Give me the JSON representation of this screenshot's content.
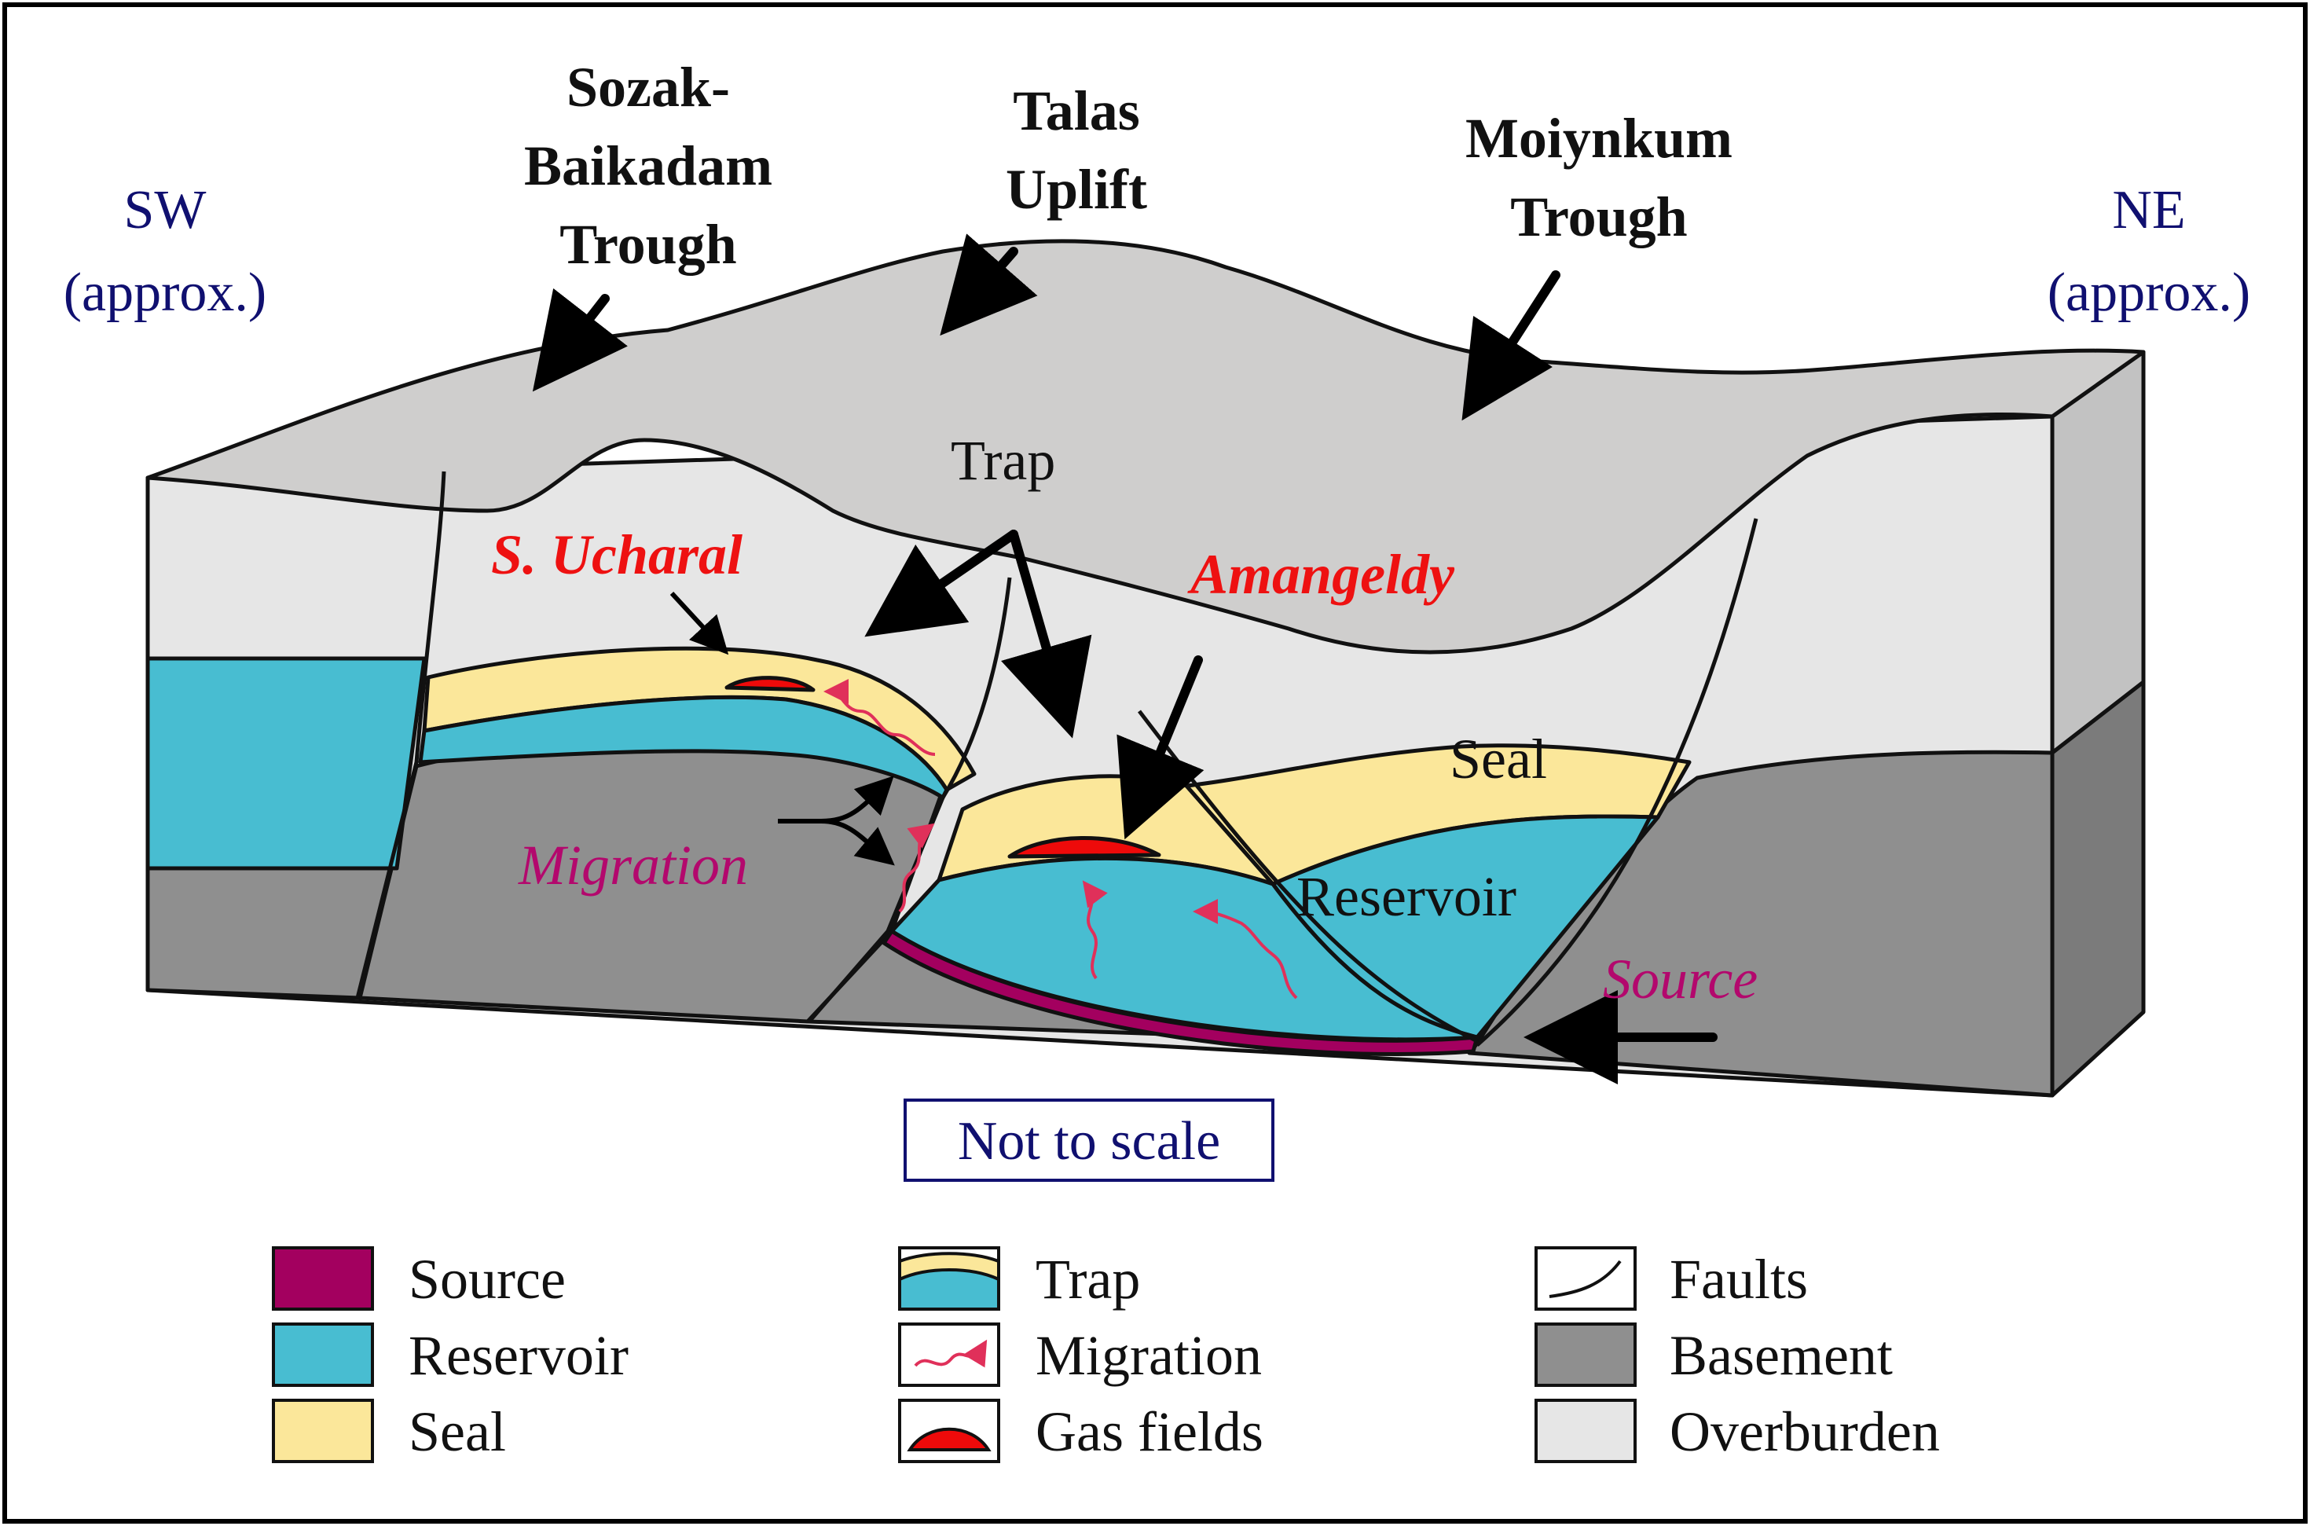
{
  "directions": {
    "left": [
      "SW",
      "(approx.)"
    ],
    "right": [
      "NE",
      "(approx.)"
    ]
  },
  "structures": {
    "sozak": [
      "Sozak-",
      "Baikadam",
      "Trough"
    ],
    "talas": [
      "Talas",
      "Uplift"
    ],
    "moiynkum": [
      "Moiynkum",
      "Trough"
    ]
  },
  "fields": {
    "s_ucharal": "S. Ucharal",
    "amangeldy": "Amangeldy"
  },
  "labels": {
    "trap": "Trap",
    "seal": "Seal",
    "reservoir": "Reservoir",
    "migration": "Migration",
    "source": "Source",
    "scale_note": "Not to scale"
  },
  "legend": [
    {
      "label": "Source"
    },
    {
      "label": "Reservoir"
    },
    {
      "label": "Seal"
    },
    {
      "label": "Trap"
    },
    {
      "label": "Migration"
    },
    {
      "label": "Gas fields"
    },
    {
      "label": "Faults"
    },
    {
      "label": "Basement"
    },
    {
      "label": "Overburden"
    }
  ],
  "colors": {
    "source": "#a3005f",
    "reservoir": "#48bdd1",
    "seal": "#fbe79a",
    "gas": "#ee0a0a",
    "basement": "#8f8f8f",
    "overburden": "#e6e6e6",
    "top_surface": "#cfcecd",
    "direction_text": "#101070",
    "field_text": "#ee1111",
    "process_text": "#b3086d"
  }
}
